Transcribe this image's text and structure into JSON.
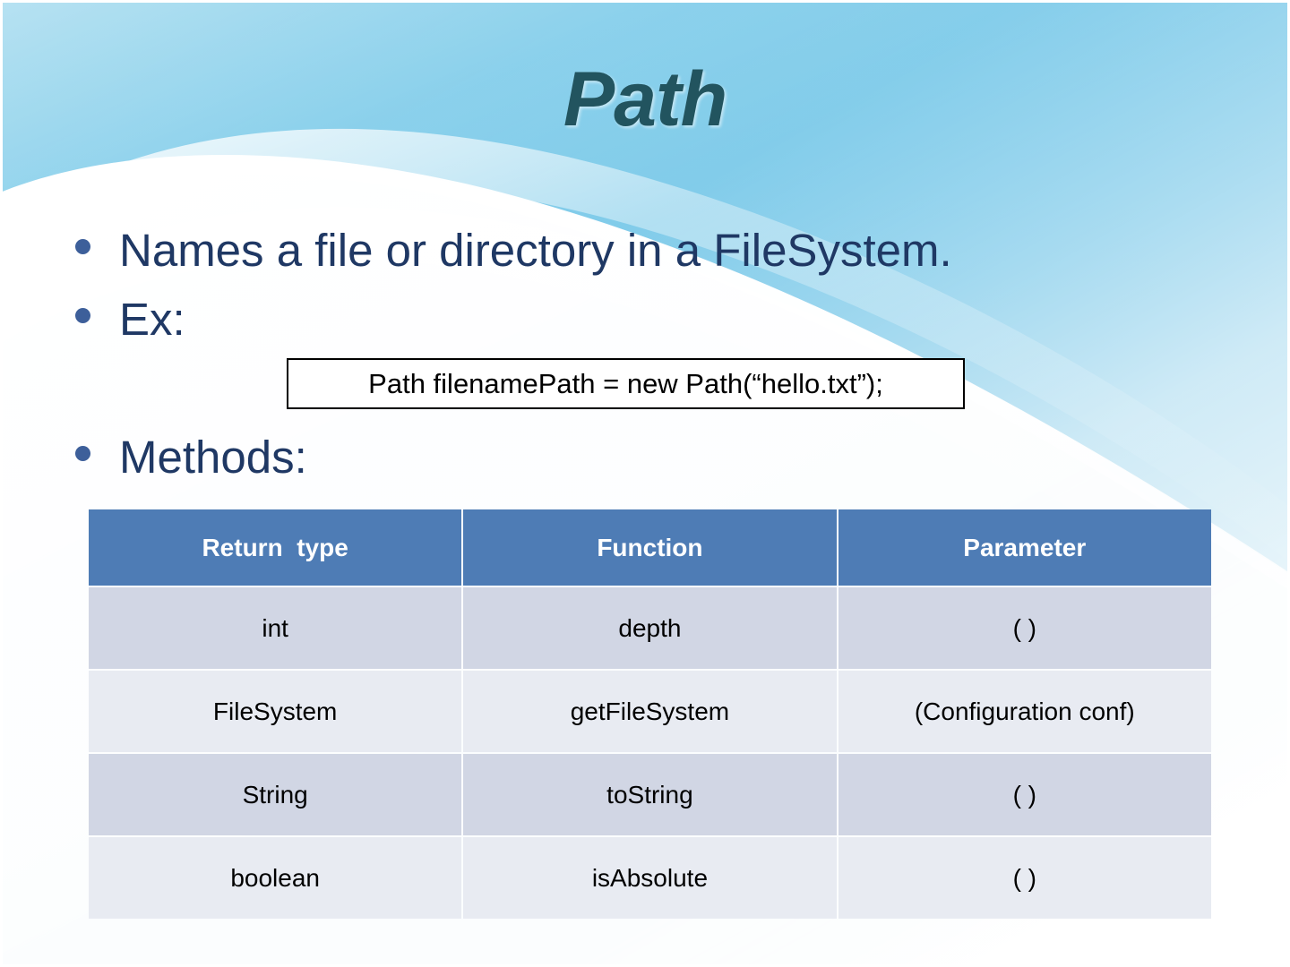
{
  "slide": {
    "title": "Path",
    "theme_colors": {
      "title": "#22545f",
      "body_text": "#1f3864",
      "bullet_dot": "#3d5f9a",
      "table_header_bg": "#4e7cb5",
      "table_header_text": "#ffffff",
      "table_row_odd_bg": "#d1d6e4",
      "table_row_even_bg": "#e8ebf2",
      "background_blue": "#5bbbe2",
      "background_white": "#ffffff"
    }
  },
  "bullets": [
    {
      "text": "Names a file or directory in a FileSystem."
    },
    {
      "text": "Ex:"
    },
    {
      "text": "Methods:"
    }
  ],
  "code_box": {
    "text": "Path filenamePath = new Path(“hello.txt”);"
  },
  "table": {
    "headers": [
      "Return  type",
      "Function",
      "Parameter"
    ],
    "rows": [
      [
        "int",
        "depth",
        "( )"
      ],
      [
        "FileSystem",
        "getFileSystem",
        "(Configuration conf)"
      ],
      [
        "String",
        "toString",
        "( )"
      ],
      [
        "boolean",
        "isAbsolute",
        "( )"
      ]
    ]
  }
}
